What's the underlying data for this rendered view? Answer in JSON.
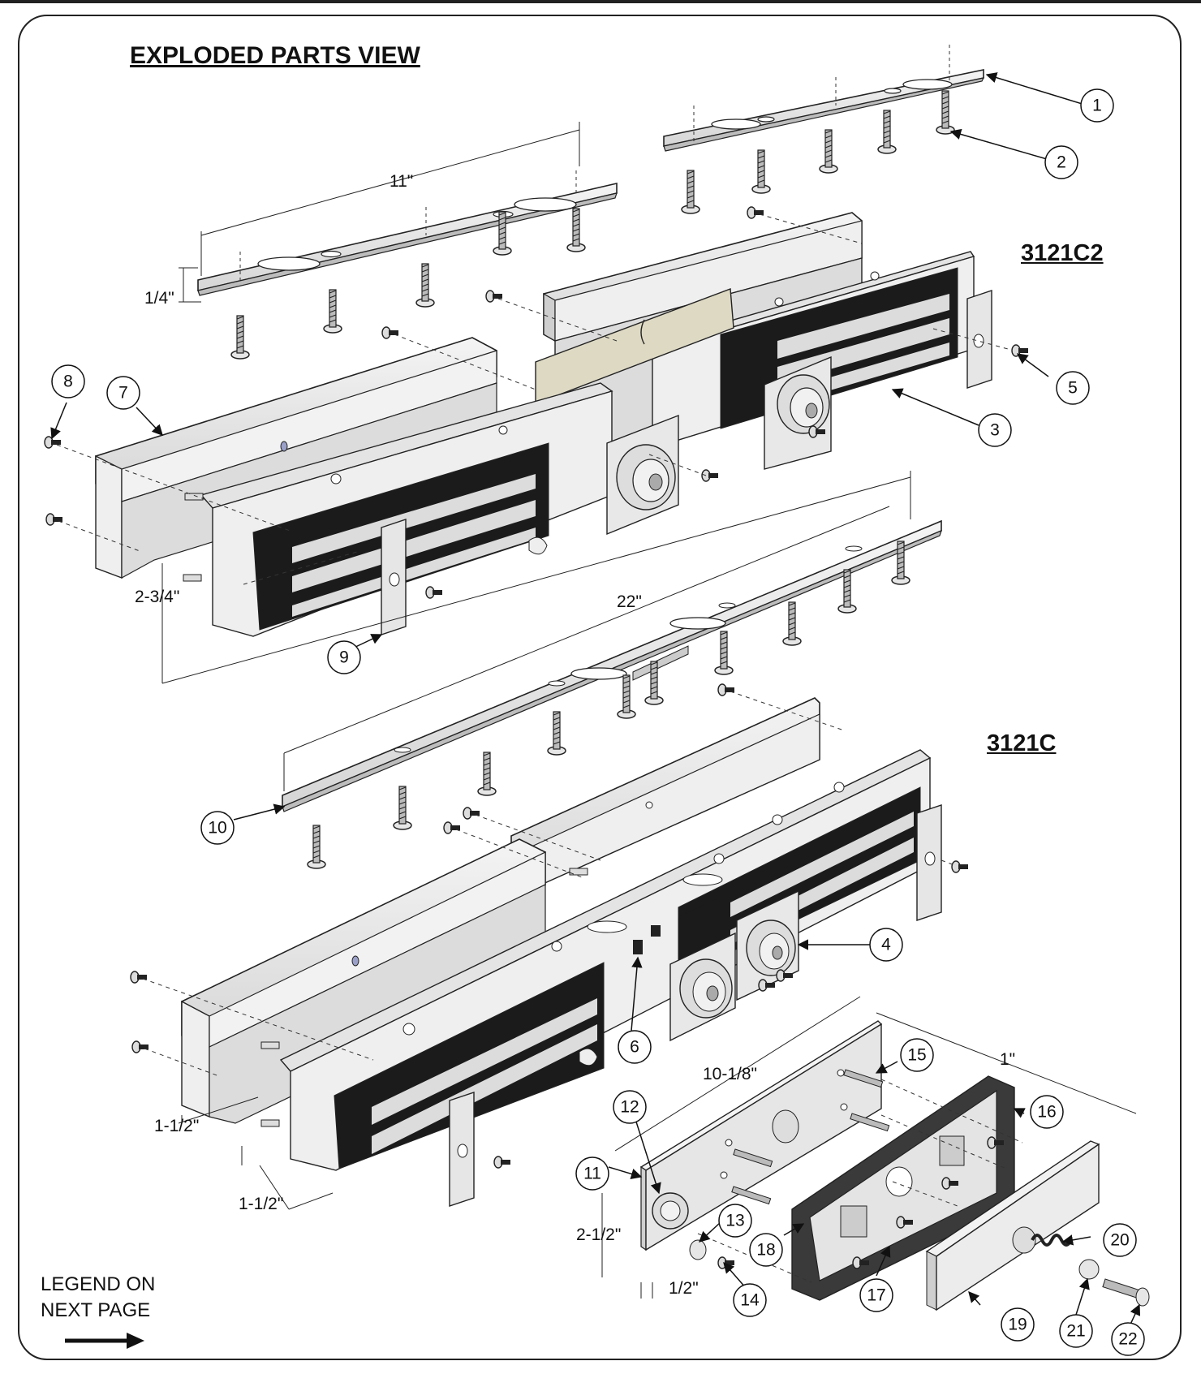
{
  "title": "EXPLODED PARTS VIEW",
  "models": {
    "upper": "3121C2",
    "lower": "3121C"
  },
  "dimensions": {
    "d_11": "11\"",
    "d_1_4": "1/4\"",
    "d_2_3_4": "2-3/4\"",
    "d_22": "22\"",
    "d_10_1_8": "10-1/8\"",
    "d_1": "1\"",
    "d_1_1_2a": "1-1/2\"",
    "d_1_1_2b": "1-1/2\"",
    "d_2_1_2": "2-1/2\"",
    "d_1_2": "1/2\""
  },
  "callouts": [
    "1",
    "2",
    "3",
    "4",
    "5",
    "6",
    "7",
    "8",
    "9",
    "10",
    "11",
    "12",
    "13",
    "14",
    "15",
    "16",
    "17",
    "18",
    "19",
    "20",
    "21",
    "22"
  ],
  "legend": {
    "line1": "LEGEND ON",
    "line2": "NEXT PAGE"
  }
}
